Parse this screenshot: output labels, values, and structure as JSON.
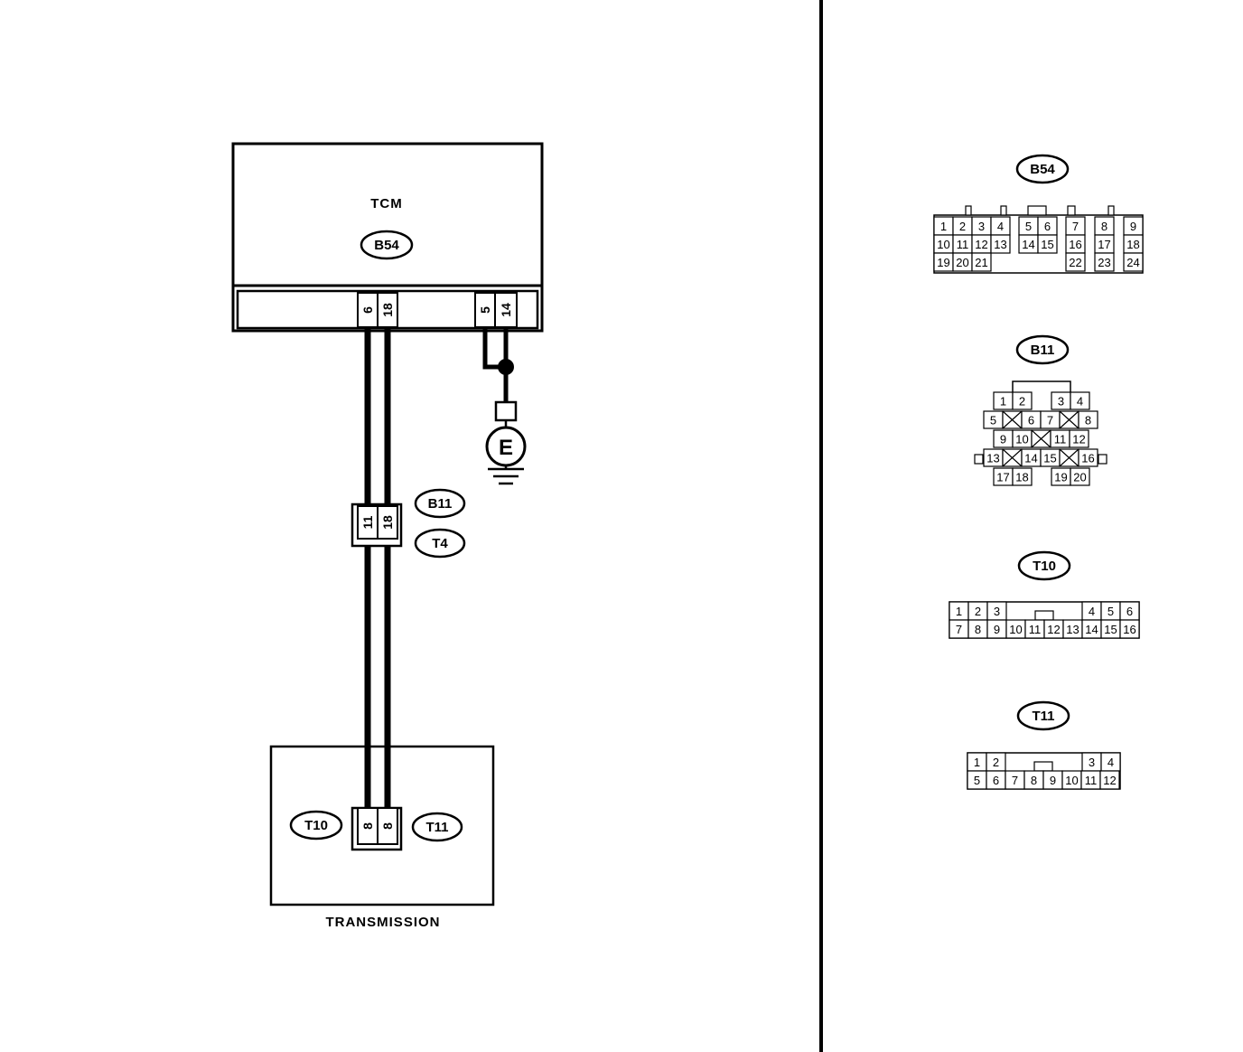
{
  "tcm": {
    "label": "TCM",
    "connector": "B54",
    "pins_left": [
      "6",
      "18"
    ],
    "pins_right": [
      "5",
      "14"
    ]
  },
  "ground": {
    "label": "E"
  },
  "inline": {
    "connector_top": "B11",
    "connector_bottom": "T4",
    "pins": [
      "11",
      "18"
    ]
  },
  "transmission": {
    "label": "TRANSMISSION",
    "connector_left": "T10",
    "connector_right": "T11",
    "pins": [
      "8",
      "8"
    ]
  },
  "views": {
    "b54": {
      "title": "B54",
      "row1": [
        "1",
        "2",
        "3",
        "4",
        "5",
        "6",
        "7",
        "8",
        "9"
      ],
      "row2": [
        "10",
        "11",
        "12",
        "13",
        "14",
        "15",
        "16",
        "17",
        "18"
      ],
      "row3": [
        "19",
        "20",
        "21",
        "22",
        "23",
        "24"
      ]
    },
    "b11": {
      "title": "B11",
      "row1": [
        "1",
        "2",
        "3",
        "4"
      ],
      "row2": [
        "5",
        "6",
        "7",
        "8"
      ],
      "row3": [
        "9",
        "10",
        "11",
        "12"
      ],
      "row4": [
        "13",
        "14",
        "15",
        "16"
      ],
      "row5": [
        "17",
        "18",
        "19",
        "20"
      ]
    },
    "t10": {
      "title": "T10",
      "row1": [
        "1",
        "2",
        "3",
        "4",
        "5",
        "6"
      ],
      "row2": [
        "7",
        "8",
        "9",
        "10",
        "11",
        "12",
        "13",
        "14",
        "15",
        "16"
      ]
    },
    "t11": {
      "title": "T11",
      "row1": [
        "1",
        "2",
        "3",
        "4"
      ],
      "row2": [
        "5",
        "6",
        "7",
        "8",
        "9",
        "10",
        "11",
        "12"
      ]
    }
  }
}
